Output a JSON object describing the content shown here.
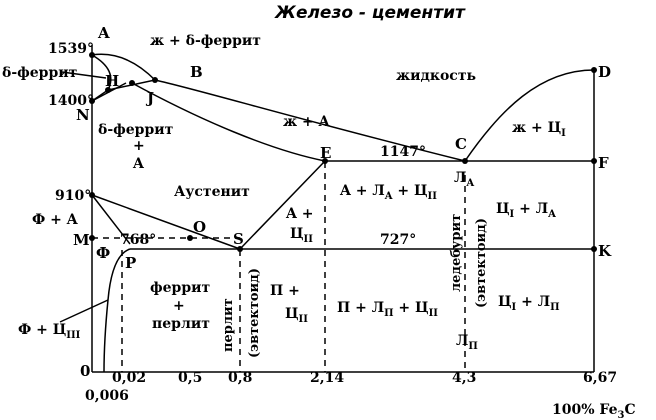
{
  "title": "Железо - цементит",
  "points": {
    "A": "A",
    "B": "B",
    "C": "C",
    "D": "D",
    "E": "E",
    "F": "F",
    "H": "H",
    "J": "J",
    "N": "N",
    "S": "S",
    "P": "P",
    "K": "K",
    "M": "M",
    "O": "O",
    "Q": "Ф"
  },
  "temperatures": {
    "t1539": "1539°",
    "t1400": "1400°",
    "t910": "910°",
    "t768": "768°",
    "t1147": "1147°",
    "t727": "727°"
  },
  "x_axis": {
    "origin": "0",
    "t0006": "0,006",
    "t002": "0,02",
    "t05": "0,5",
    "t08": "0,8",
    "t214": "2,14",
    "t43": "4,3",
    "t667": "6,67",
    "unit_pre": "100% Fe",
    "unit_sub": "3",
    "unit_post": "C"
  },
  "regions": {
    "liquid": "жидкость",
    "liquid_delta": "ж + δ-феррит",
    "delta_ferrite_left": "δ-феррит",
    "delta_ferrite_mid_1": "δ-феррит",
    "delta_ferrite_mid_2": "+",
    "delta_ferrite_mid_3": "A",
    "liquid_austenite": "ж + A",
    "liquid_cem": {
      "main": "ж + Ц",
      "sub": "I"
    },
    "austenite": "Аустенит",
    "ferrite_austenite": "Ф + A",
    "austenite_cemII": {
      "line1": "A +",
      "main": "Ц",
      "sub": "II"
    },
    "a_ledeb_cem": {
      "p1": "A + Л",
      "s1": "A",
      "p2": " + Ц",
      "s2": "II"
    },
    "cemI_ledA": {
      "p1": "Ц",
      "s1": "I",
      "p2": " + Л",
      "s2": "A"
    },
    "ledA": {
      "main": "Л",
      "sub": "A"
    },
    "ferrite_pearlite_1": "феррит",
    "ferrite_pearlite_2": "+",
    "ferrite_pearlite_3": "перлит",
    "pearlite_eutectoid_1": "перлит",
    "pearlite_eutectoid_2": "(эвтектоид)",
    "pearlite_cemII": {
      "line1": "П +",
      "main": "Ц",
      "sub": "II"
    },
    "p_ledP_cemII": {
      "p1": "П + Л",
      "s1": "П",
      "p2": " + Ц",
      "s2": "II"
    },
    "ledeburite_1": "ледебурит",
    "ledeburite_2": "(эвтектоид)",
    "cemI_ledP": {
      "p1": "Ц",
      "s1": "I",
      "p2": " + Л",
      "s2": "П"
    },
    "ledP": {
      "main": "Л",
      "sub": "П"
    },
    "ferrite_cemIII": {
      "p1": "Ф + Ц",
      "s1": "III"
    }
  }
}
